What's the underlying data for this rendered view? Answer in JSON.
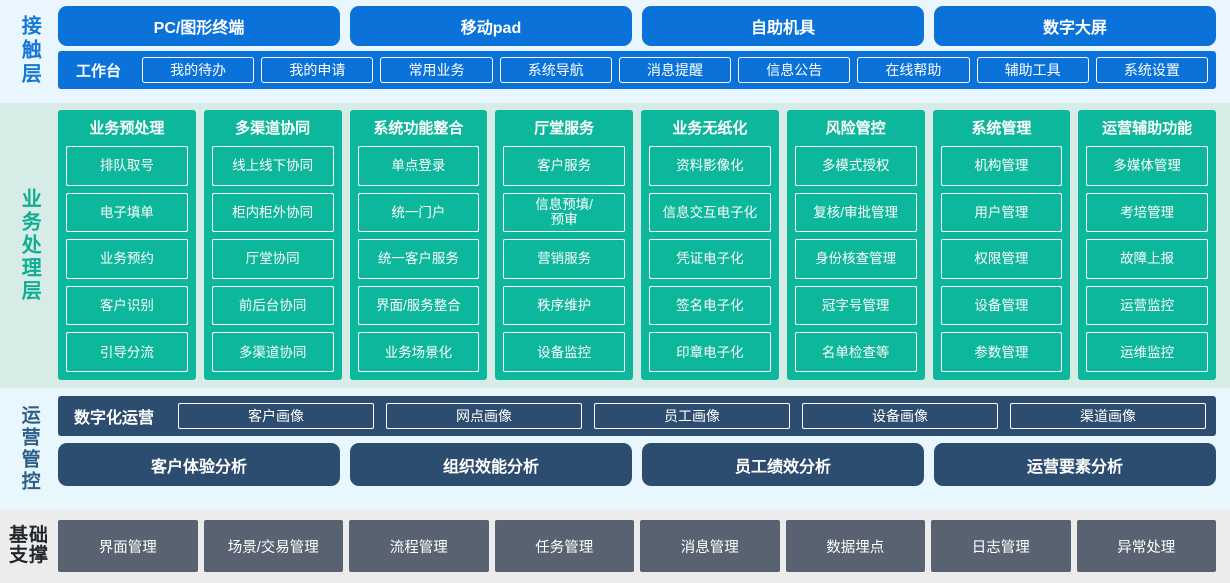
{
  "layers": {
    "contact": {
      "label": "接触层",
      "channels": [
        "PC/图形终端",
        "移动pad",
        "自助机具",
        "数字大屏"
      ],
      "workbench_title": "工作台",
      "workbench_items": [
        "我的待办",
        "我的申请",
        "常用业务",
        "系统导航",
        "消息提醒",
        "信息公告",
        "在线帮助",
        "辅助工具",
        "系统设置"
      ],
      "accent_color": "#0a72d8",
      "background_color": "#eaf6fd"
    },
    "business": {
      "label": "业务处理层",
      "accent_color": "#0db79b",
      "background_color": "#d8ece7",
      "columns": [
        {
          "title": "业务预处理",
          "items": [
            "排队取号",
            "电子填单",
            "业务预约",
            "客户识别",
            "引导分流"
          ]
        },
        {
          "title": "多渠道协同",
          "items": [
            "线上线下协同",
            "柜内柜外协同",
            "厅堂协同",
            "前后台协同",
            "多渠道协同"
          ]
        },
        {
          "title": "系统功能整合",
          "items": [
            "单点登录",
            "统一门户",
            "统一客户服务",
            "界面/服务整合",
            "业务场景化"
          ]
        },
        {
          "title": "厅堂服务",
          "items": [
            "客户服务",
            "信息预填/\n预审",
            "营销服务",
            "秩序维护",
            "设备监控"
          ]
        },
        {
          "title": "业务无纸化",
          "items": [
            "资料影像化",
            "信息交互电子化",
            "凭证电子化",
            "签名电子化",
            "印章电子化"
          ]
        },
        {
          "title": "风险管控",
          "items": [
            "多模式授权",
            "复核/审批管理",
            "身份核查管理",
            "冠字号管理",
            "名单检查等"
          ]
        },
        {
          "title": "系统管理",
          "items": [
            "机构管理",
            "用户管理",
            "权限管理",
            "设备管理",
            "参数管理"
          ]
        },
        {
          "title": "运营辅助功能",
          "items": [
            "多媒体管理",
            "考培管理",
            "故障上报",
            "运营监控",
            "运维监控"
          ]
        }
      ]
    },
    "operations": {
      "label": "运营管控",
      "accent_color": "#2d4d70",
      "background_color": "#e8f7fd",
      "digital_ops_title": "数字化运营",
      "portraits": [
        "客户画像",
        "网点画像",
        "员工画像",
        "设备画像",
        "渠道画像"
      ],
      "analyses": [
        "客户体验分析",
        "组织效能分析",
        "员工绩效分析",
        "运营要素分析"
      ]
    },
    "foundation": {
      "label": "基础支撑",
      "accent_color": "#596270",
      "background_color": "#ececec",
      "items": [
        "界面管理",
        "场景/交易管理",
        "流程管理",
        "任务管理",
        "消息管理",
        "数据埋点",
        "日志管理",
        "异常处理"
      ]
    }
  }
}
